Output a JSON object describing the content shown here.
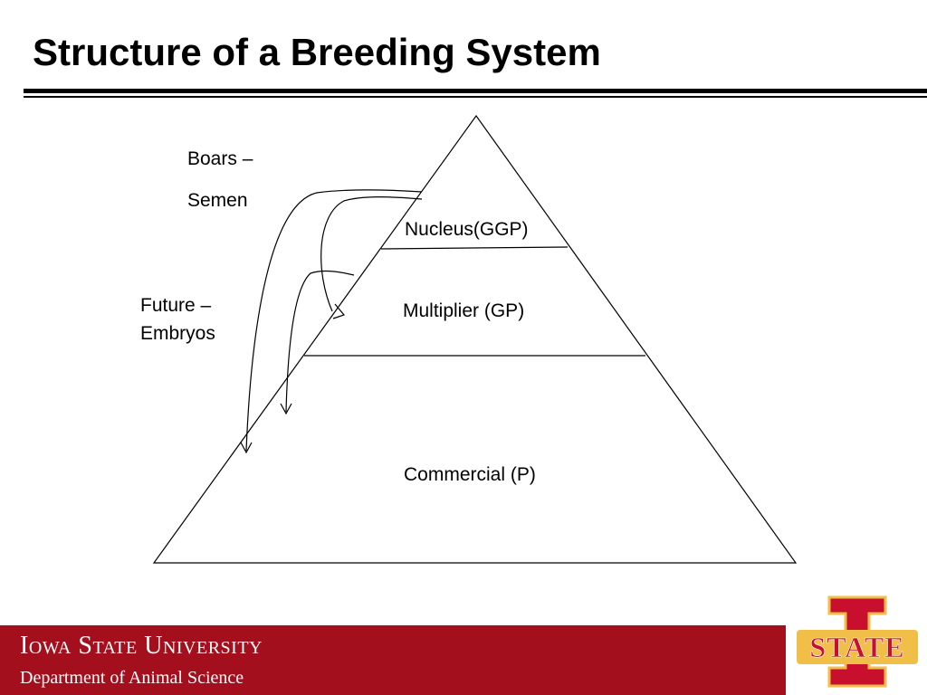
{
  "title": "Structure of a Breeding System",
  "pyramid": {
    "levels": [
      {
        "id": "nucleus",
        "label": "Nucleus(GGP)"
      },
      {
        "id": "multiplier",
        "label": "Multiplier (GP)"
      },
      {
        "id": "commercial",
        "label": "Commercial (P)"
      }
    ]
  },
  "annotations": {
    "boars_line1": "Boars –",
    "boars_line2": "Semen",
    "future_line1": "Future –",
    "future_line2": "Embryos"
  },
  "footer": {
    "university": "Iowa State University",
    "department": "Department of Animal Science"
  },
  "logo": {
    "icon": "isu-i-state-logo-icon",
    "text": "STATE"
  },
  "colors": {
    "footer_red": "#a30f1c",
    "logo_red": "#c8102e",
    "logo_gold": "#f1be48"
  }
}
